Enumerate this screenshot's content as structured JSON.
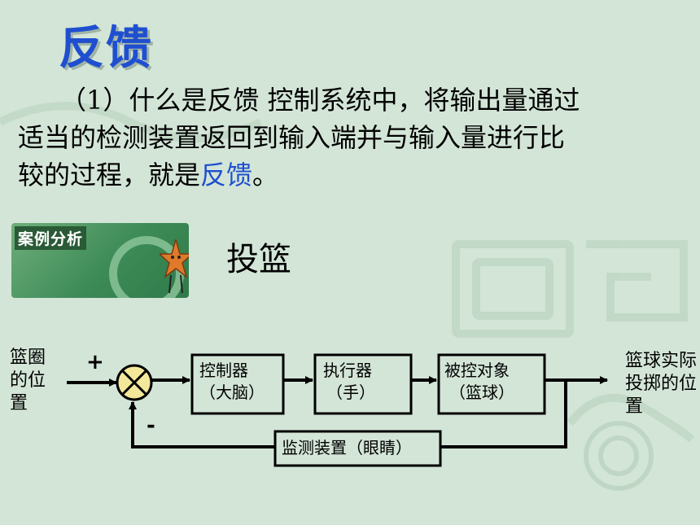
{
  "page": {
    "title": "反馈",
    "paragraph": {
      "line1": "（1）什么是反馈  控制系统中，将输出量通过",
      "line2": "适当的检测装置返回到输入端并与输入量进行比",
      "line3_before": "较的过程，就是",
      "line3_highlight": "反馈",
      "line3_after": "。"
    },
    "case_badge": "案例分析",
    "subtitle": "投篮"
  },
  "diagram": {
    "input_label": "篮圈的位置",
    "output_label": "篮球实际投掷的位置",
    "plus_sign": "+",
    "minus_sign": "-",
    "blocks": [
      {
        "line1": "控制器",
        "line2": "（大脑）"
      },
      {
        "line1": "执行器",
        "line2": "（手）"
      },
      {
        "line1": "被控对象",
        "line2": "（篮球）"
      }
    ],
    "feedback_block": "监测装置（眼睛）"
  },
  "colors": {
    "background": "#d3e5d7",
    "title": "#1f4fd0",
    "comparator_fill": "#f3e79a"
  },
  "icons": [
    "star-mascot-icon",
    "comparator-cross-icon"
  ]
}
